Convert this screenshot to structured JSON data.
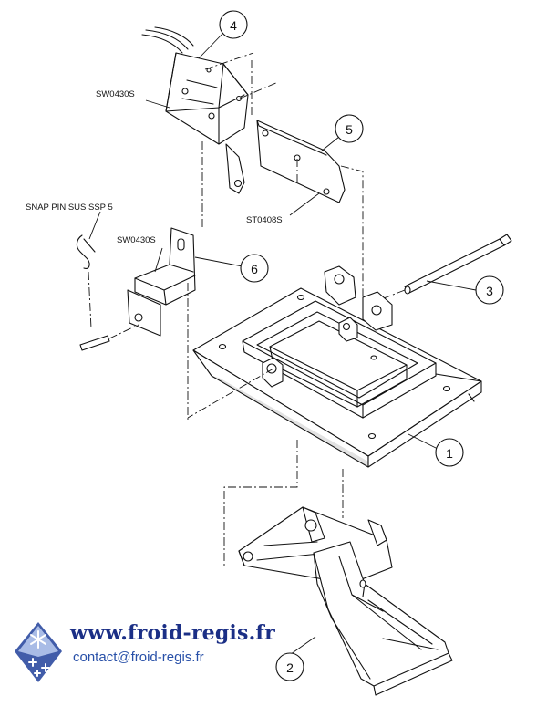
{
  "callouts": [
    {
      "id": "4",
      "text": "4"
    },
    {
      "id": "5",
      "text": "5"
    },
    {
      "id": "3",
      "text": "3"
    },
    {
      "id": "6",
      "text": "6"
    },
    {
      "id": "1",
      "text": "1"
    },
    {
      "id": "2",
      "text": "2"
    }
  ],
  "labels": {
    "sw_top": "SW0430S",
    "snap_pin": "SNAP PIN SUS SSP 5",
    "sw_mid": "SW0430S",
    "st": "ST0408S"
  },
  "brand": {
    "url": "www.froid-regis.fr",
    "email": "contact@froid-regis.fr",
    "colors": {
      "url": "#1b2f86",
      "email": "#2850a8",
      "logo": "#2c4aa0"
    },
    "logo_icon": "snowflake-diamond-icon"
  }
}
